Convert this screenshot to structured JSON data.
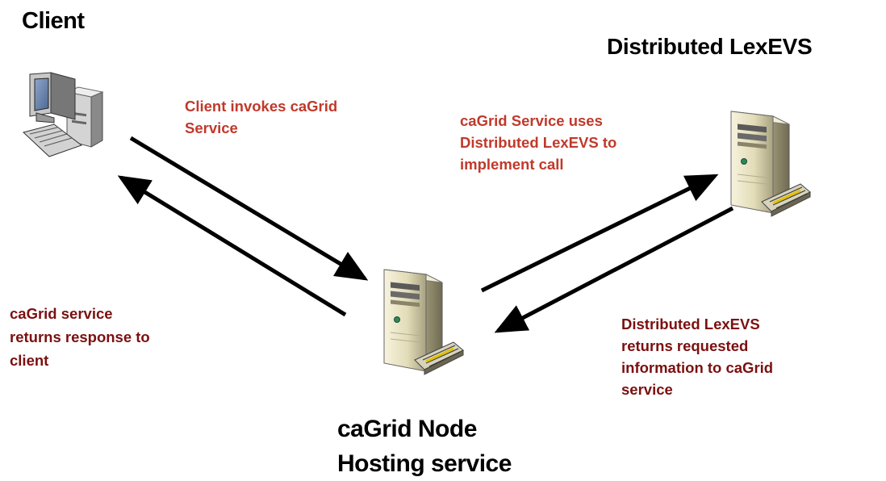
{
  "nodes": {
    "client": {
      "label": "Client",
      "icon": "desktop-computer-icon"
    },
    "lexevs": {
      "label": "Distributed LexEVS",
      "icon": "server-tower-icon"
    },
    "cagrid_node": {
      "label_line1": "caGrid Node",
      "label_line2": "Hosting service",
      "icon": "server-tower-icon"
    }
  },
  "annotations": {
    "client_invokes": [
      "Client invokes caGrid",
      "Service"
    ],
    "service_uses": [
      "caGrid Service uses",
      "Distributed LexEVS",
      "to",
      "implement call"
    ],
    "service_returns": [
      "caGrid service",
      "returns response to",
      "client"
    ],
    "lexevs_returns": [
      "Distributed LexEVS",
      "returns requested",
      "information to caGrid",
      "service"
    ]
  },
  "colors": {
    "annotation_light": "#c0392b",
    "annotation_dark": "#7b1010",
    "arrow": "#000000",
    "heading": "#000000"
  }
}
